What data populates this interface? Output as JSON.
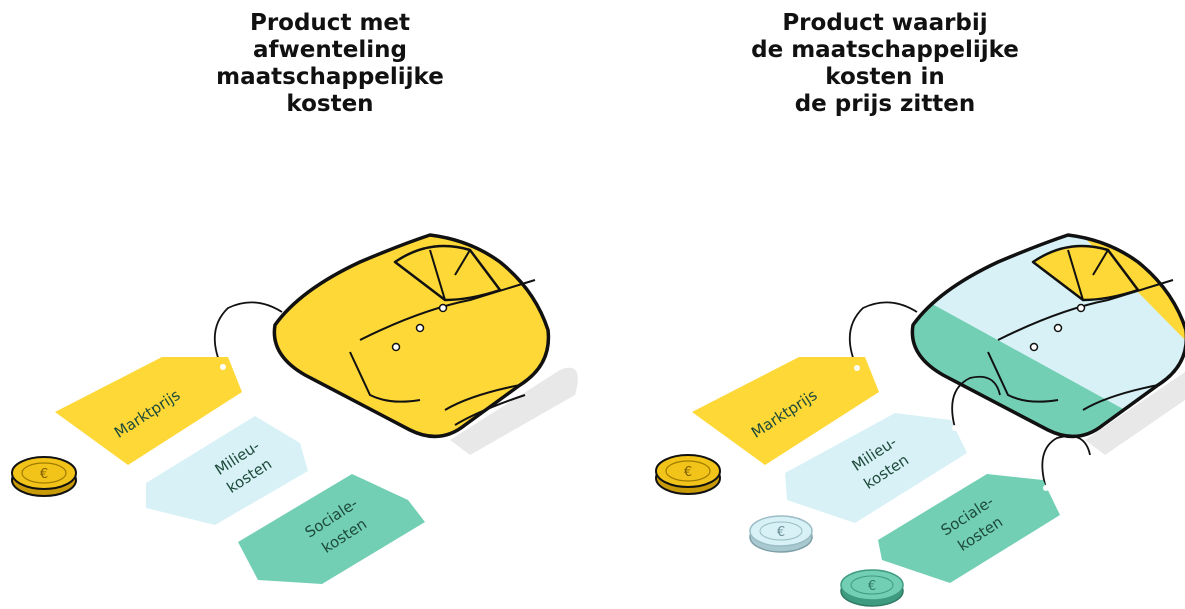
{
  "left": {
    "title_lines": [
      "Product met",
      "afwenteling",
      "maatschappelijke",
      "kosten"
    ],
    "tags": {
      "market": "Marktprijs",
      "env_1": "Milieu-",
      "env_2": "kosten",
      "soc_1": "Sociale-",
      "soc_2": "kosten"
    },
    "coin_symbol": "€"
  },
  "right": {
    "title_lines": [
      "Product waarbij",
      "de maatschappelijke",
      "kosten in",
      "de prijs zitten"
    ],
    "tags": {
      "market": "Marktprijs",
      "env_1": "Milieu-",
      "env_2": "kosten",
      "soc_1": "Sociale-",
      "soc_2": "kosten"
    },
    "coin_symbol": "€"
  },
  "colors": {
    "shirt_yellow": "#fdd836",
    "env_blue": "#d7f1f6",
    "social_green": "#72cfb3",
    "coin_gold": "#f2c318",
    "outline": "#111111",
    "shadow": "#e8e8e8"
  }
}
